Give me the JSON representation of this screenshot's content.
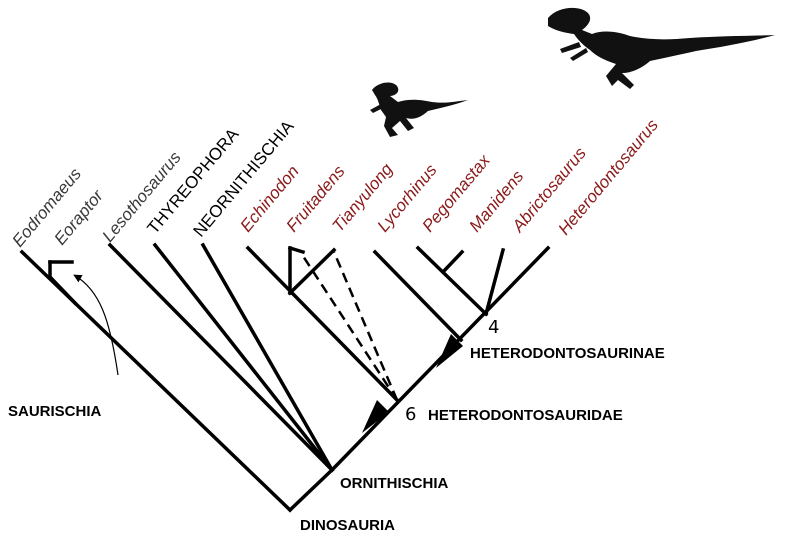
{
  "colors": {
    "line": "#000000",
    "basal_label": "#3a3a3a",
    "heterodontosaurid_label": "#8b1a1a",
    "clade_label": "#000000",
    "silhouette": "#111111"
  },
  "taxa": [
    {
      "name": "Eodromaeus",
      "italic": true,
      "group": "basal"
    },
    {
      "name": "Eoraptor",
      "italic": true,
      "group": "basal"
    },
    {
      "name": "Lesothosaurus",
      "italic": true,
      "group": "basal"
    },
    {
      "name": "THYREOPHORA",
      "italic": false,
      "group": "clade"
    },
    {
      "name": "NEORNITHISCHIA",
      "italic": false,
      "group": "clade"
    },
    {
      "name": "Echinodon",
      "italic": true,
      "group": "heterodontosaurid"
    },
    {
      "name": "Fruitadens",
      "italic": true,
      "group": "heterodontosaurid"
    },
    {
      "name": "Tianyulong",
      "italic": true,
      "group": "heterodontosaurid"
    },
    {
      "name": "Lycorhinus",
      "italic": true,
      "group": "heterodontosaurid"
    },
    {
      "name": "Pegomastax",
      "italic": true,
      "group": "heterodontosaurid"
    },
    {
      "name": "Manidens",
      "italic": true,
      "group": "heterodontosaurid"
    },
    {
      "name": "Abrictosaurus",
      "italic": true,
      "group": "heterodontosaurid"
    },
    {
      "name": "Heterodontosaurus",
      "italic": true,
      "group": "heterodontosaurid"
    }
  ],
  "clade_labels": {
    "saurischia": "SAURISCHIA",
    "ornithischia": "ORNITHISCHIA",
    "dinosauria": "DINOSAURIA",
    "heterodontosauridae": "HETERODONTOSAURIDAE",
    "heterodontosaurinae": "HETERODONTOSAURINAE"
  },
  "node_numbers": {
    "heterodontosaurinae": "4",
    "heterodontosauridae": "6"
  },
  "silhouettes": [
    "small-dinosaur-silhouette",
    "large-dinosaur-silhouette"
  ]
}
